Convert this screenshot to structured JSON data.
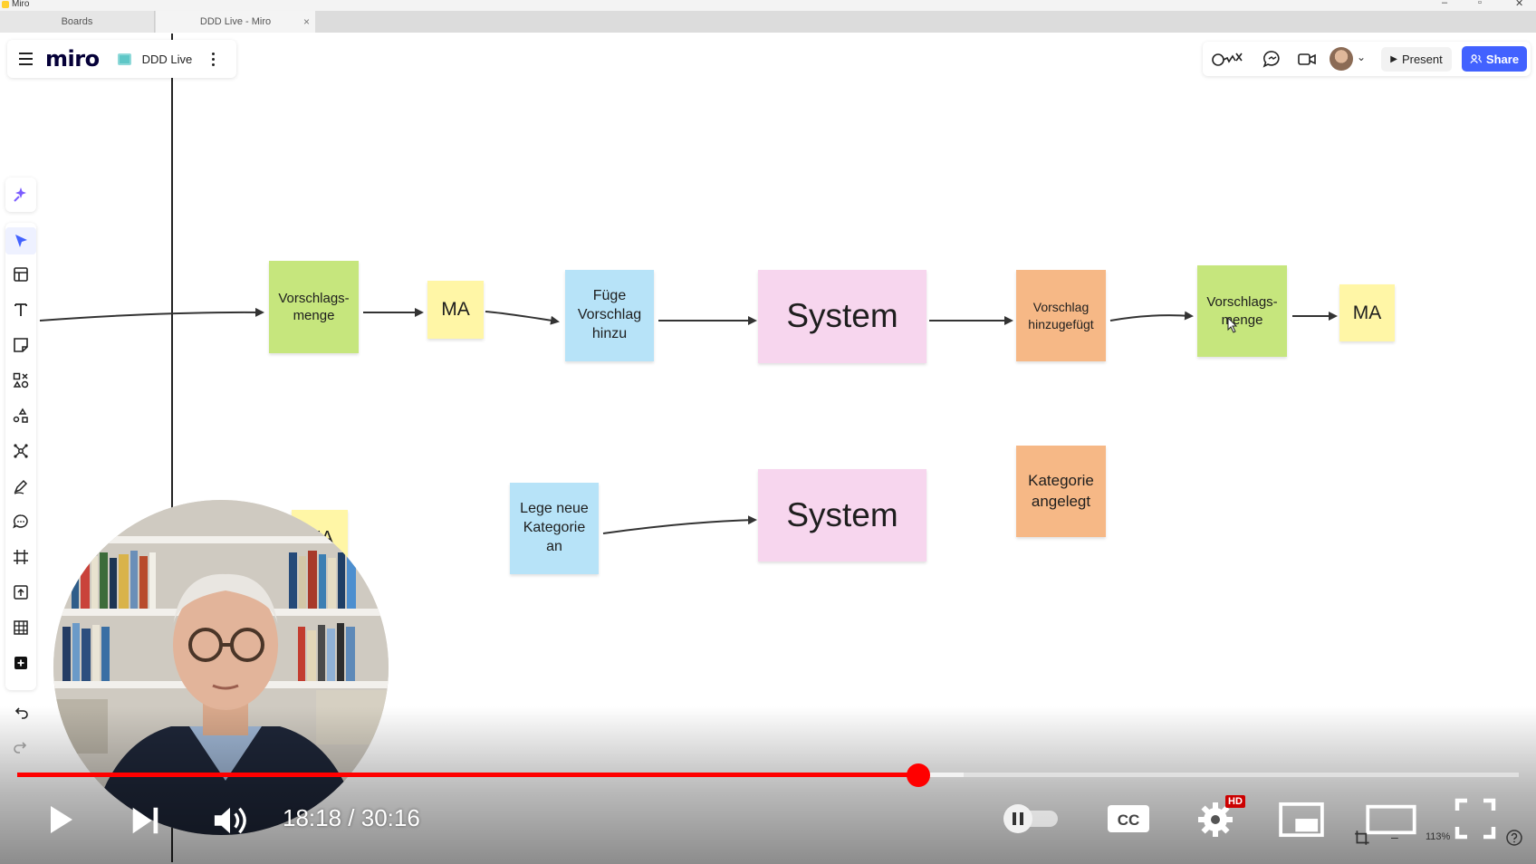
{
  "window": {
    "app_title": "Miro",
    "tabs": [
      {
        "label": "Boards"
      },
      {
        "label": "DDD Live - Miro"
      }
    ],
    "close_glyph": "×"
  },
  "header": {
    "logo": "miro",
    "board_name": "DDD Live",
    "present_label": "Present",
    "share_label": "Share",
    "share_color": "#4262ff"
  },
  "toolbar": {
    "items": [
      "ai-sparkle-icon",
      "select-icon",
      "templates-icon",
      "text-icon",
      "sticky-note-icon",
      "shapes-icon",
      "connect-shapes-icon",
      "mindmap-icon",
      "pen-icon",
      "comment-icon",
      "frame-icon",
      "upload-icon",
      "table-icon",
      "more-apps-icon",
      "undo-icon",
      "redo-icon"
    ]
  },
  "canvas": {
    "stickies": {
      "s1": "Vorschlags-\nmenge",
      "s2": "MA",
      "s3": "Füge\nVorschlag\nhinzu",
      "s4": "System",
      "s5": "Vorschlag\nhinzugefügt",
      "s6": "Vorschlags-\nmenge",
      "s7": "MA",
      "s8": "Lege neue\nKategorie\nan",
      "s9": "System",
      "s10": "Kategorie\nangelegt",
      "s11": "MA"
    },
    "colors": {
      "command": "#b7e3f8",
      "event": "#f6b886",
      "system": "#f7d6ee",
      "readmodel": "#c6e67d",
      "actor": "#fff6a6"
    }
  },
  "player": {
    "current_time": "18:18",
    "separator": " / ",
    "duration": "30:16",
    "progress_fraction": 0.6,
    "buffered_fraction": 0.63,
    "hd_label": "HD",
    "zoom_level": "113%",
    "progress_color": "#ff0000"
  }
}
